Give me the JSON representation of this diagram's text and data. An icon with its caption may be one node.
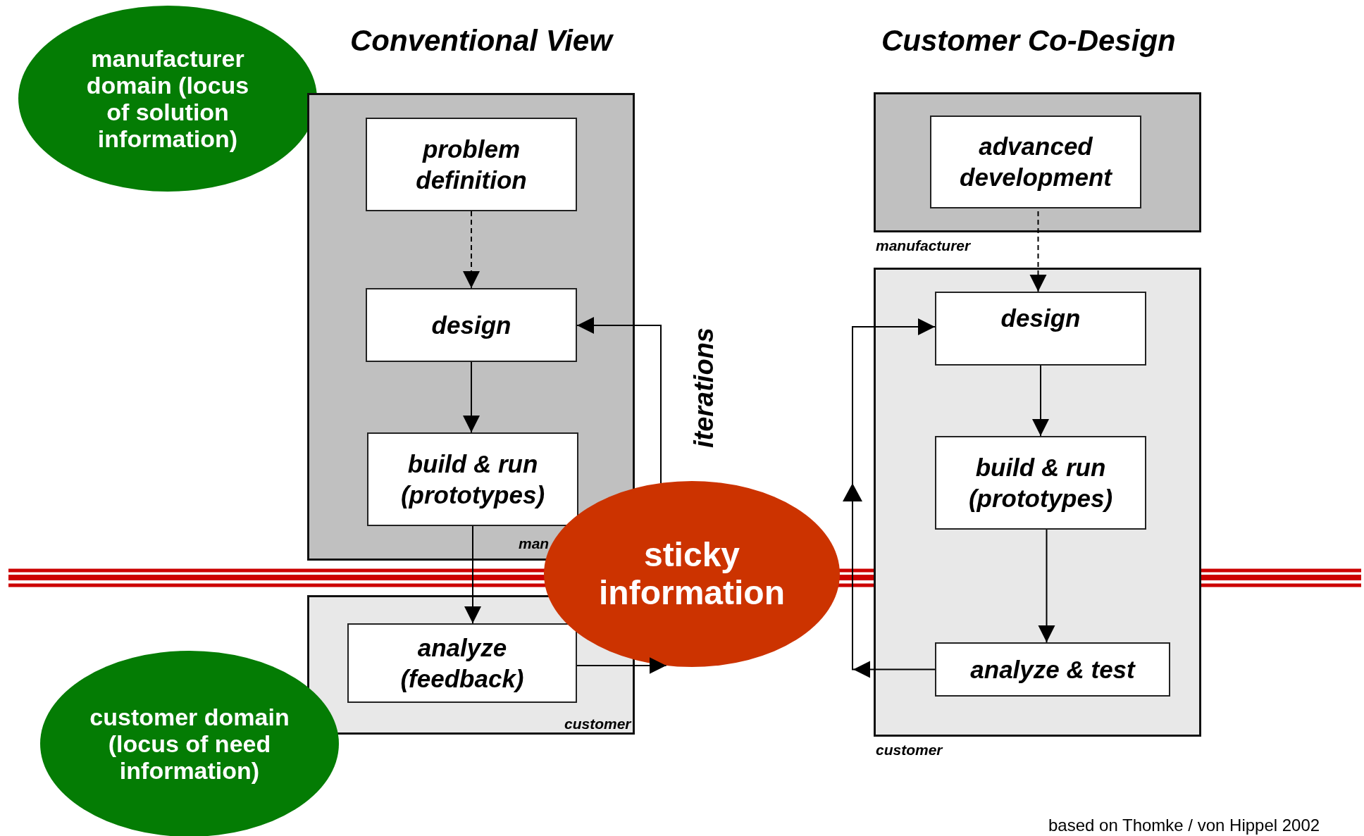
{
  "diagram": {
    "caption": "based on Thomke / von Hippel 2002",
    "nodes": [
      {
        "text": [
          "manufacturer domain (locus of solution information)"
        ]
      },
      {
        "text": [],
        "shape": "box",
        "beside": [
          "man"
        ]
      },
      {
        "text": [
          "problem definition"
        ],
        "in": 1
      },
      {
        "text": [
          "design"
        ],
        "in": 1
      },
      {
        "text": [
          "build & run (prototypes)"
        ],
        "in": 1
      },
      {
        "text": [],
        "shape": "box",
        "beside": [
          "customer"
        ]
      },
      {
        "text": [
          "analyze (feedback)"
        ],
        "in": 5
      },
      {
        "text": [
          "sticky information"
        ]
      },
      {
        "text": [
          "customer domain (locus of need information)"
        ]
      },
      {
        "text": [],
        "shape": "box",
        "beside": [
          "manufacturer"
        ]
      },
      {
        "text": [
          "advanced development"
        ],
        "in": 9
      },
      {
        "text": [],
        "shape": "box",
        "beside": [
          "customer"
        ]
      },
      {
        "text": [
          "design"
        ],
        "in": 11
      },
      {
        "text": [
          "build & run (prototypes)"
        ],
        "in": 11
      },
      {
        "text": [
          "analyze & test"
        ],
        "in": 11
      }
    ],
    "edges": [
      {
        "from": 2,
        "to": 3,
        "arrow": "to",
        "style": "dashed"
      },
      {
        "from": 3,
        "to": 4,
        "arrow": "to"
      },
      {
        "from": 4,
        "to": 6,
        "arrow": "to"
      },
      {
        "from": 6,
        "to": 7,
        "arrow": "to"
      },
      {
        "from": 7,
        "to": 3,
        "arrow": "to"
      },
      {
        "from": 10,
        "to": 12,
        "arrow": "to",
        "style": "dashed"
      },
      {
        "from": 12,
        "to": 13,
        "arrow": "to"
      },
      {
        "from": 13,
        "to": 14,
        "arrow": "to"
      },
      {
        "from": 14,
        "to": 12,
        "arrow": "to"
      }
    ],
    "labels": [
      "Conventional View",
      "Customer Co-Design",
      "iterations"
    ]
  }
}
